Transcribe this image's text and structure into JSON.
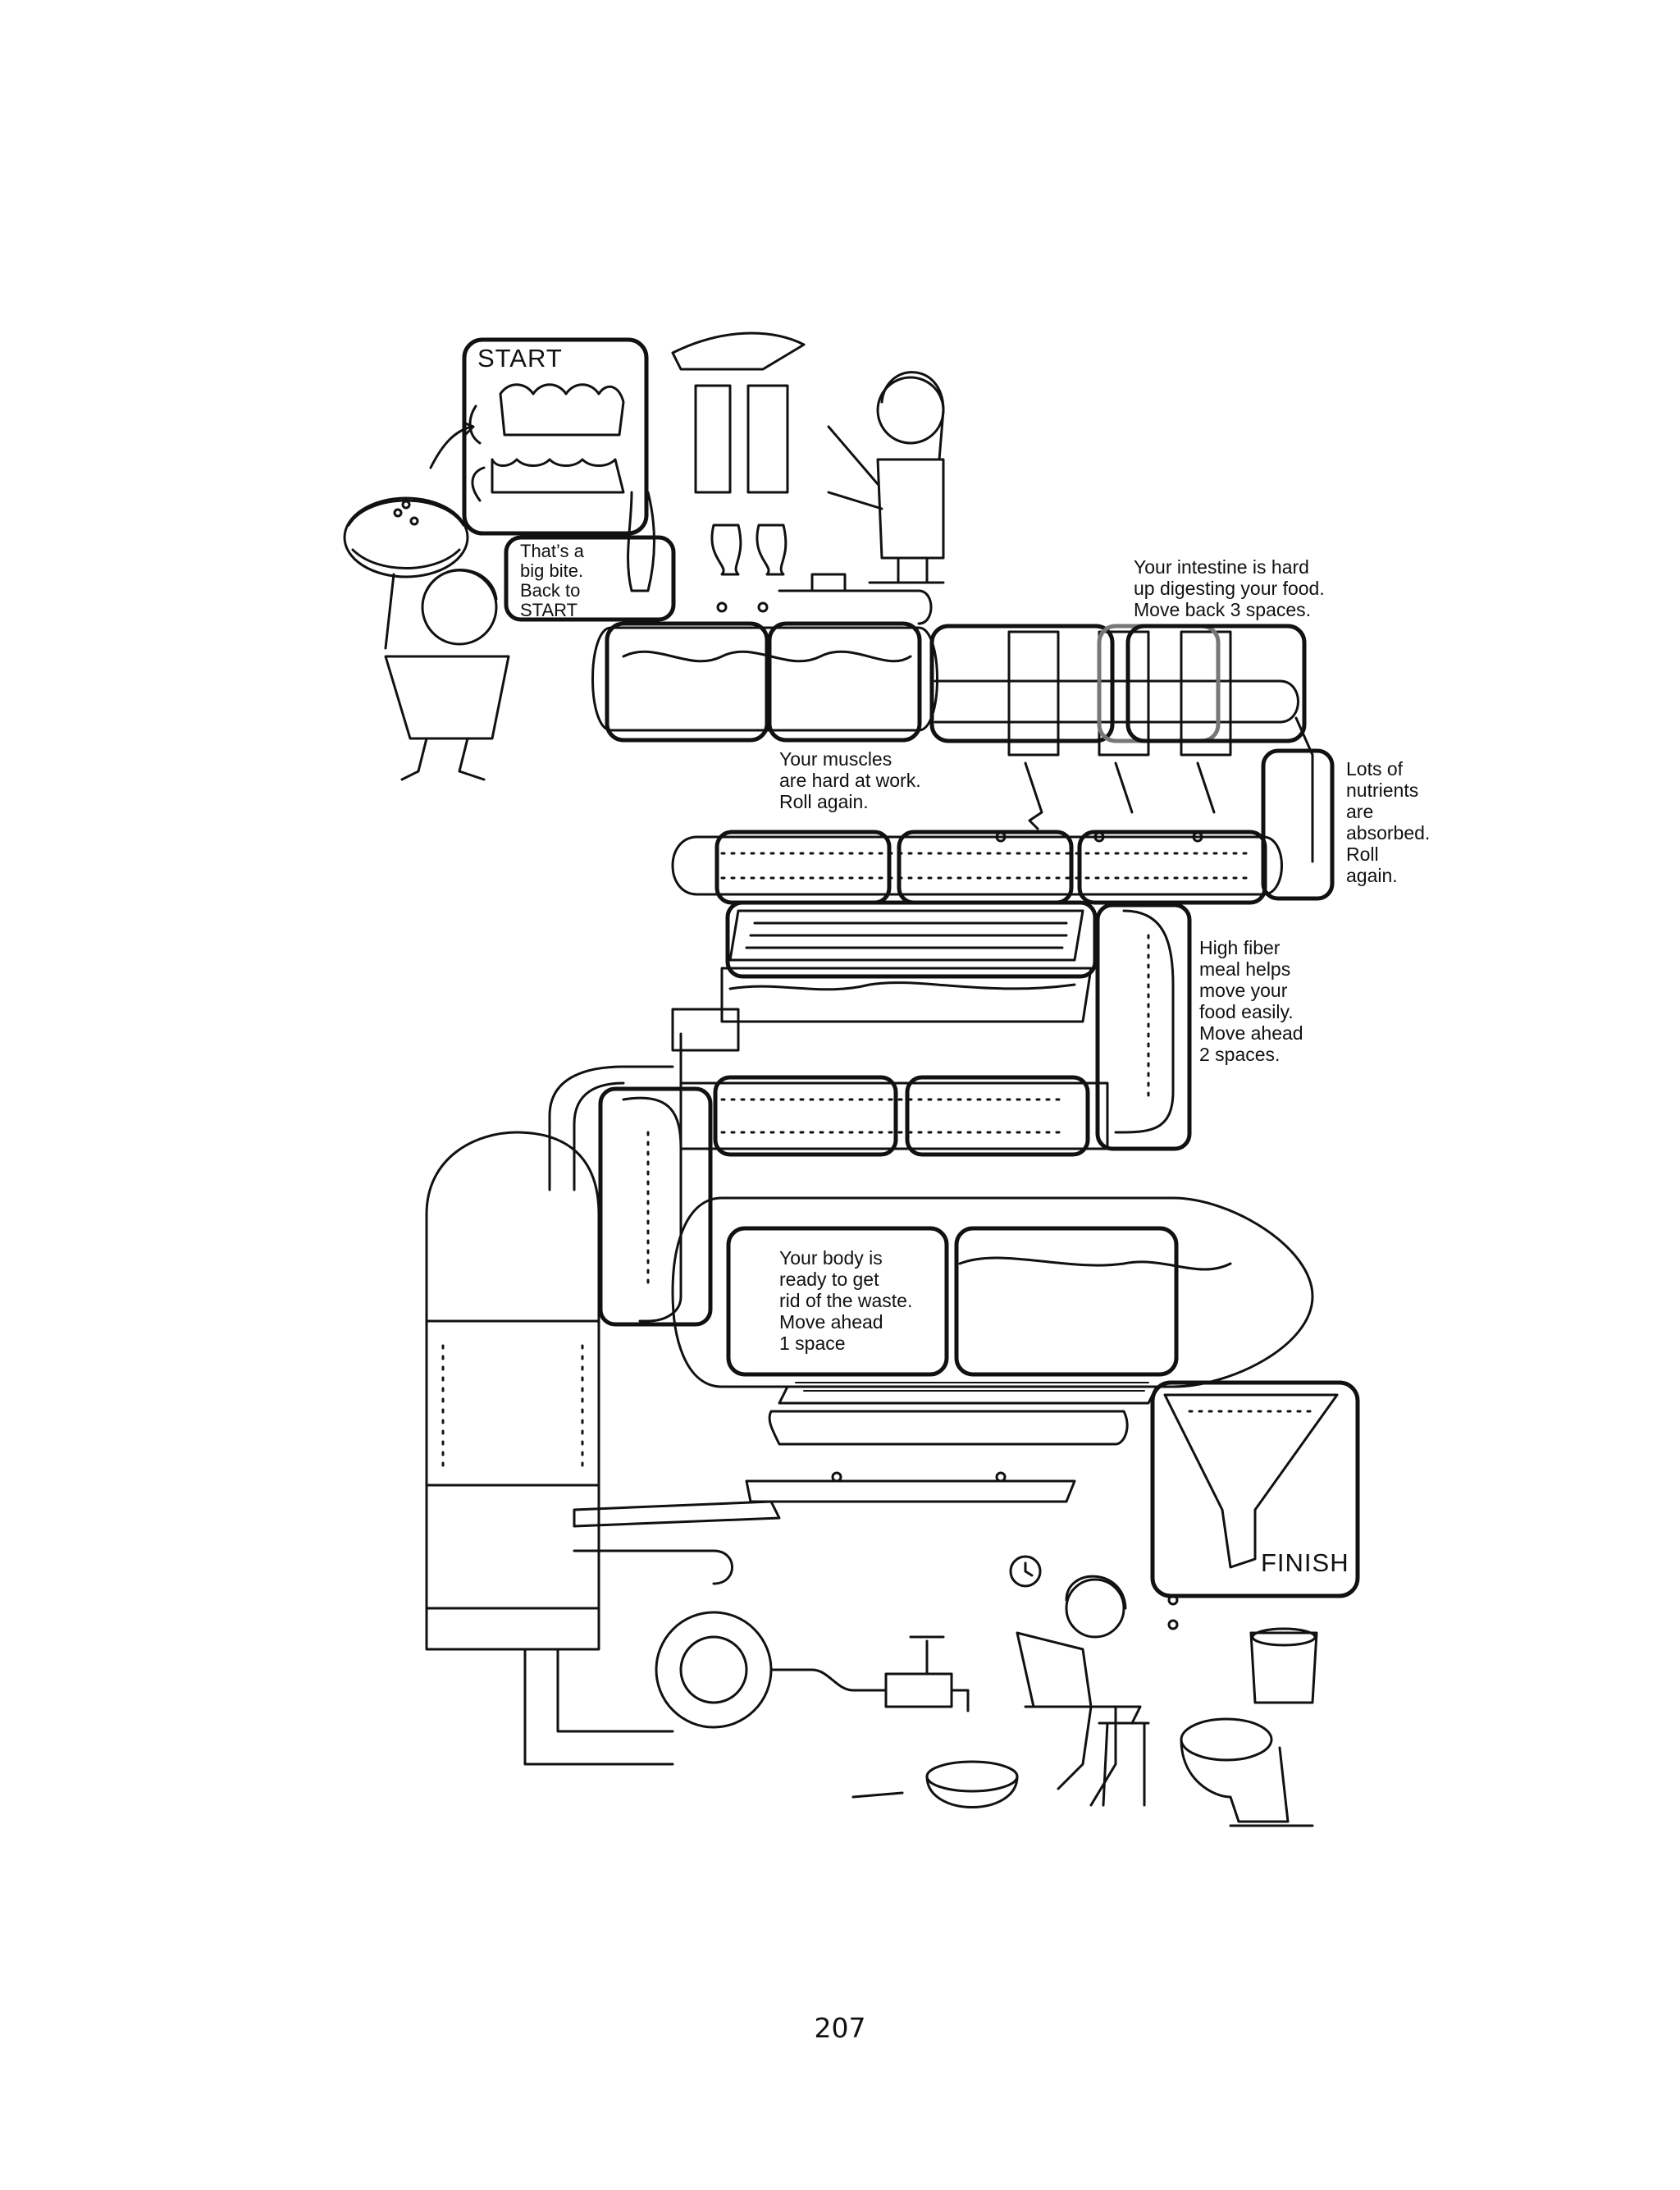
{
  "board": {
    "start_label": "START",
    "finish_label": "FINISH",
    "spaces": {
      "back_to_start": "That’s a\nbig bite.\nBack to\nSTART",
      "muscles": "Your muscles\nare hard at work.\nRoll again.",
      "intestine_hard": "Your intestine is hard\nup digesting your food.\nMove back 3 spaces.",
      "nutrients": "Lots of\nnutrients\nare\nabsorbed.\nRoll\nagain.",
      "high_fiber": "High fiber\nmeal helps\nmove your\nfood easily.\nMove ahead\n2 spaces.",
      "waste": "Your body is\nready to get\nrid of the waste.\nMove ahead\n1 space"
    }
  },
  "page_number": "207"
}
